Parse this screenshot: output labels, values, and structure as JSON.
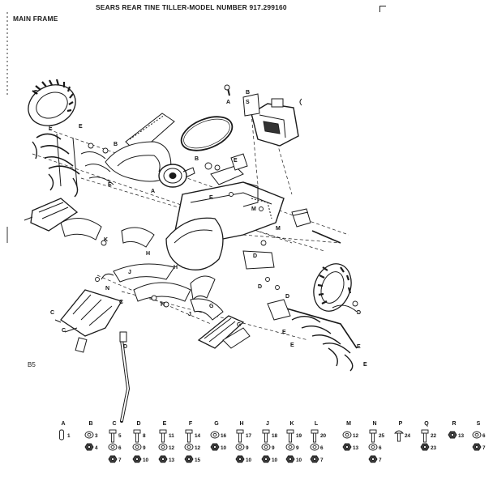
{
  "header": {
    "title": "SEARS REAR TINE TILLER-MODEL NUMBER 917.299160",
    "section": "MAIN FRAME"
  },
  "page_number": "B5",
  "callouts": [
    "A",
    "B",
    "C",
    "D",
    "E",
    "F",
    "G",
    "H",
    "J",
    "K",
    "M",
    "N",
    "R",
    "S"
  ],
  "hardware_legend": [
    {
      "letter": "A",
      "items": [
        {
          "number": "1",
          "shape": "pin"
        }
      ]
    },
    {
      "letter": "B",
      "items": [
        {
          "number": "3",
          "shape": "washer"
        },
        {
          "number": "4",
          "shape": "nut"
        }
      ]
    },
    {
      "letter": "C",
      "items": [
        {
          "number": "5",
          "shape": "bolt"
        },
        {
          "number": "6",
          "shape": "washer"
        },
        {
          "number": "7",
          "shape": "nut"
        }
      ]
    },
    {
      "letter": "D",
      "items": [
        {
          "number": "8",
          "shape": "bolt"
        },
        {
          "number": "9",
          "shape": "washer"
        },
        {
          "number": "10",
          "shape": "nut"
        }
      ]
    },
    {
      "letter": "E",
      "items": [
        {
          "number": "11",
          "shape": "bolt"
        },
        {
          "number": "12",
          "shape": "washer"
        },
        {
          "number": "13",
          "shape": "nut"
        }
      ]
    },
    {
      "letter": "F",
      "items": [
        {
          "number": "14",
          "shape": "bolt"
        },
        {
          "number": "12",
          "shape": "washer"
        },
        {
          "number": "15",
          "shape": "nut"
        }
      ]
    },
    {
      "letter": "G",
      "items": [
        {
          "number": "16",
          "shape": "washer"
        },
        {
          "number": "10",
          "shape": "nut"
        }
      ]
    },
    {
      "letter": "H",
      "items": [
        {
          "number": "17",
          "shape": "bolt"
        },
        {
          "number": "9",
          "shape": "washer"
        },
        {
          "number": "10",
          "shape": "nut"
        }
      ]
    },
    {
      "letter": "J",
      "items": [
        {
          "number": "18",
          "shape": "bolt"
        },
        {
          "number": "9",
          "shape": "washer"
        },
        {
          "number": "10",
          "shape": "nut"
        }
      ]
    },
    {
      "letter": "K",
      "items": [
        {
          "number": "19",
          "shape": "bolt"
        },
        {
          "number": "9",
          "shape": "washer"
        },
        {
          "number": "10",
          "shape": "nut"
        }
      ]
    },
    {
      "letter": "L",
      "items": [
        {
          "number": "20",
          "shape": "bolt"
        },
        {
          "number": "6",
          "shape": "washer"
        },
        {
          "number": "7",
          "shape": "nut"
        }
      ]
    },
    {
      "letter": "M",
      "items": [
        {
          "number": "12",
          "shape": "washer"
        },
        {
          "number": "13",
          "shape": "nut"
        }
      ]
    },
    {
      "letter": "N",
      "items": [
        {
          "number": "25",
          "shape": "bolt"
        },
        {
          "number": "6",
          "shape": "washer"
        },
        {
          "number": "7",
          "shape": "nut"
        }
      ]
    },
    {
      "letter": "P",
      "items": [
        {
          "number": "24",
          "shape": "carriage"
        }
      ]
    },
    {
      "letter": "Q",
      "items": [
        {
          "number": "22",
          "shape": "bolt"
        },
        {
          "number": "23",
          "shape": "nut"
        }
      ]
    },
    {
      "letter": "R",
      "items": [
        {
          "number": "13",
          "shape": "nut"
        }
      ]
    },
    {
      "letter": "S",
      "items": [
        {
          "number": "6",
          "shape": "washer"
        },
        {
          "number": "7",
          "shape": "nut"
        }
      ]
    }
  ],
  "colors": {
    "ink": "#1a1a1a",
    "paper": "#ffffff",
    "shade": "#555555"
  }
}
